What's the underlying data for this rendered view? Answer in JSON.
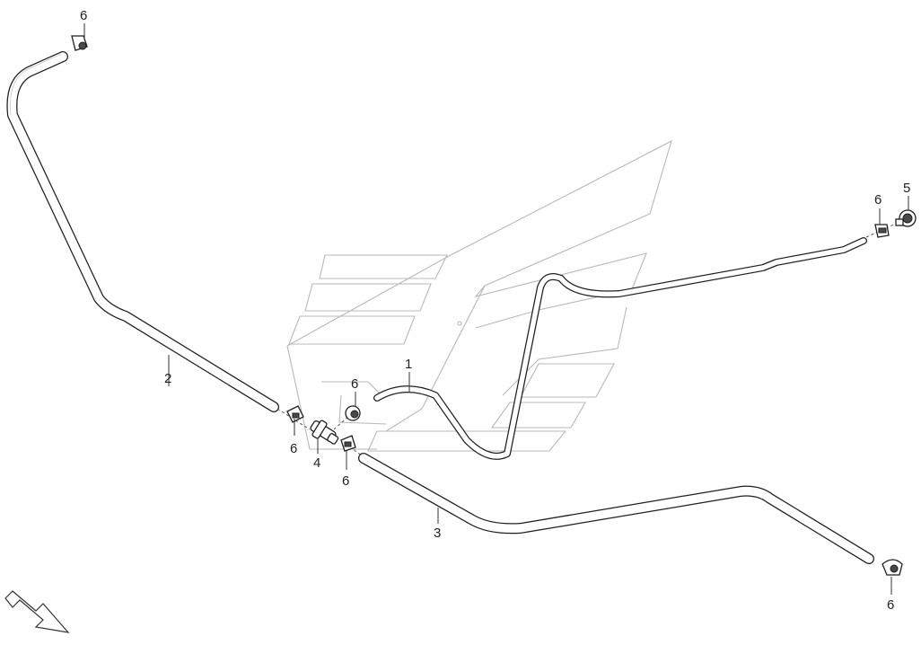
{
  "callouts": {
    "c1": "1",
    "c2": "2",
    "c3": "3",
    "c4": "4",
    "c5": "5",
    "c6_top_left": "6",
    "c6_left_below": "6",
    "c6_center_above": "6",
    "c6_center_below": "6",
    "c6_right_upper": "6",
    "c6_right_lower": "6"
  },
  "icons": {
    "direction_arrow": "arrow-down-right-icon"
  },
  "colors": {
    "line": "#1e1e1e",
    "ghost_outline": "#b8b8b8",
    "background": "#ffffff"
  }
}
